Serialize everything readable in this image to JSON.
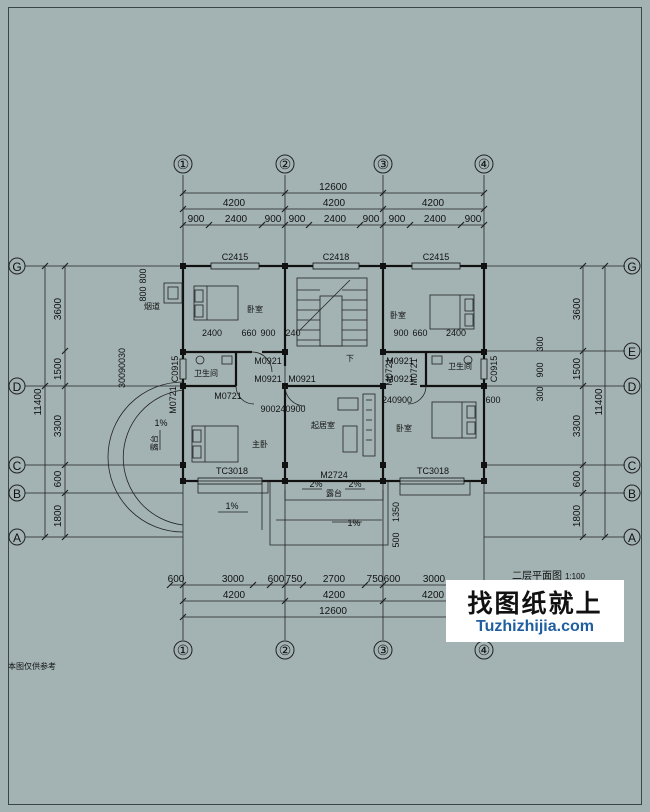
{
  "axes_top": [
    "①",
    "②",
    "③",
    "④"
  ],
  "axes_bottom": [
    "①",
    "②",
    "③",
    "④"
  ],
  "axes_rows": [
    "G",
    "E",
    "D",
    "C",
    "B",
    "A"
  ],
  "dims": {
    "total_width": "12600",
    "bays": [
      "4200",
      "4200",
      "4200"
    ],
    "top_sub": [
      "900",
      "2400",
      "900",
      "900",
      "2400",
      "900",
      "900",
      "2400",
      "900"
    ],
    "bottom_sub": [
      "600",
      "3000",
      "600",
      "750",
      "2700",
      "750",
      "600",
      "3000"
    ],
    "left_rows": [
      "3600",
      "1500",
      "3300",
      "600",
      "1800"
    ],
    "left_total": "11400",
    "left_small": "30090030",
    "right_rows": [
      "3600",
      "1500",
      "3300",
      "600",
      "1800"
    ],
    "right_total": "11400"
  },
  "windows": {
    "c2415_left": "C2415",
    "c2418": "C2418",
    "c2415_right": "C2415",
    "c0915_left": "C0915",
    "c0915_right": "C0915",
    "tc3018_left": "TC3018",
    "tc3018_right": "TC3018",
    "m2724": "M2724"
  },
  "doors": {
    "m0921_a": "M0921",
    "m0921_b": "M0921",
    "m0921_c": "M0921",
    "m0921_d": "M0921",
    "m0921_e": "M0921",
    "m0721_a": "M0721",
    "m0721_b": "M0721",
    "m0721_c": "M0721",
    "m0721_d": "M0721"
  },
  "rooms": {
    "bedroom_top_left": "卧室",
    "bedroom_top_right": "卧室",
    "master_left": "主卧",
    "living": "起居室",
    "bedroom_right": "卧室",
    "bath_left": "卫生间",
    "bath_right": "卫生间",
    "terrace": "露台",
    "balcony": "露台",
    "flue": "烟道",
    "down": "下"
  },
  "inner_dims": {
    "a2400": "2400",
    "a660": "660",
    "a900": "900",
    "a240": "240",
    "b900": "900",
    "b660": "660",
    "b2400": "2400",
    "a800": "800",
    "b800": "800",
    "b300": "300",
    "b900r": "900",
    "c300": "300",
    "c600": "600",
    "d900240900": "900240900",
    "d240900": "240900",
    "e1350": "1350",
    "e500": "500"
  },
  "slopes": [
    "1%",
    "1%",
    "2%",
    "2%",
    "1%"
  ],
  "title": "二层平面图",
  "scale": "1:100",
  "watermark": {
    "cn": "找图纸就上",
    "url": "Tuzhizhijia.com"
  },
  "footnote": "本图仅供参考"
}
